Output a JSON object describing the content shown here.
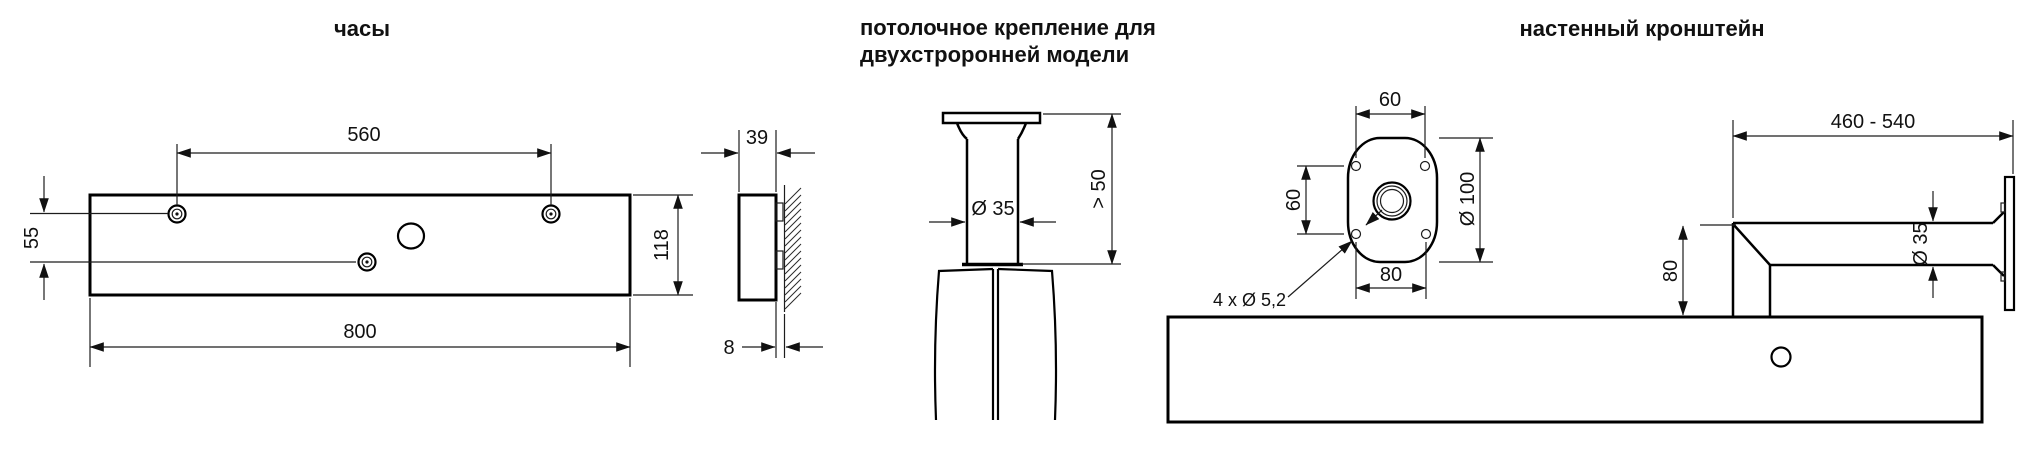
{
  "page": {
    "background": "#ffffff",
    "line_color": "#000000"
  },
  "clock": {
    "title": "часы",
    "front": {
      "dim_hole_spacing": "560",
      "dim_hole_offset": "55",
      "dim_height": "118",
      "dim_width": "800"
    },
    "side": {
      "dim_depth": "39",
      "dim_wall_gap": "8"
    }
  },
  "ceiling_mount": {
    "title_line1": "потолочное крепление для",
    "title_line2": "двухстроронней модели",
    "dim_tube_diameter": "Ø 35",
    "dim_min_height": "> 50"
  },
  "wall_bracket": {
    "title": "настенный кронштейн",
    "plate": {
      "dim_top_spacing": "60",
      "dim_side_spacing": "60",
      "dim_bottom_spacing": "80",
      "dim_plate_diameter": "Ø 100",
      "holes_note": "4 x Ø 5,2"
    },
    "side": {
      "dim_reach": "460 - 540",
      "dim_drop": "80",
      "dim_tube_diameter": "Ø 35"
    }
  }
}
